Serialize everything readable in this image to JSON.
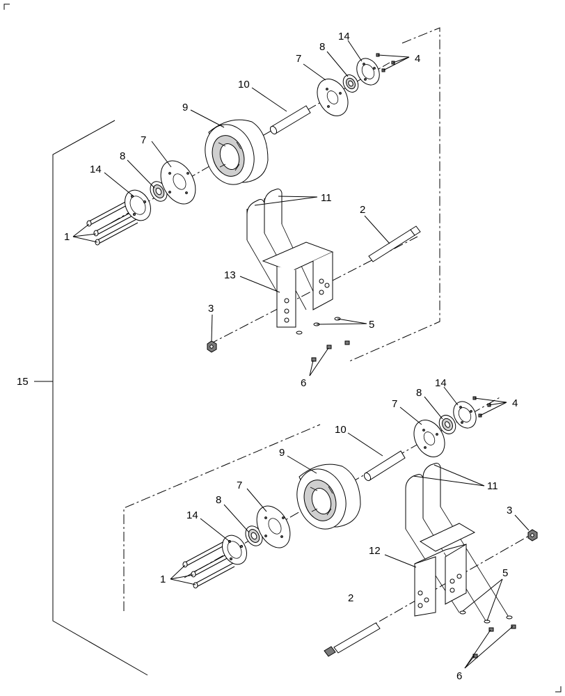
{
  "diagram": {
    "upper_assembly": {
      "callouts": [
        "1",
        "2",
        "3",
        "4",
        "5",
        "6",
        "7",
        "7",
        "8",
        "8",
        "9",
        "10",
        "11",
        "13",
        "14",
        "14"
      ]
    },
    "lower_assembly": {
      "callouts": [
        "1",
        "2",
        "2",
        "3",
        "4",
        "5",
        "6",
        "7",
        "7",
        "8",
        "8",
        "9",
        "10",
        "11",
        "12",
        "14",
        "14"
      ]
    },
    "kit_callout": "15"
  }
}
